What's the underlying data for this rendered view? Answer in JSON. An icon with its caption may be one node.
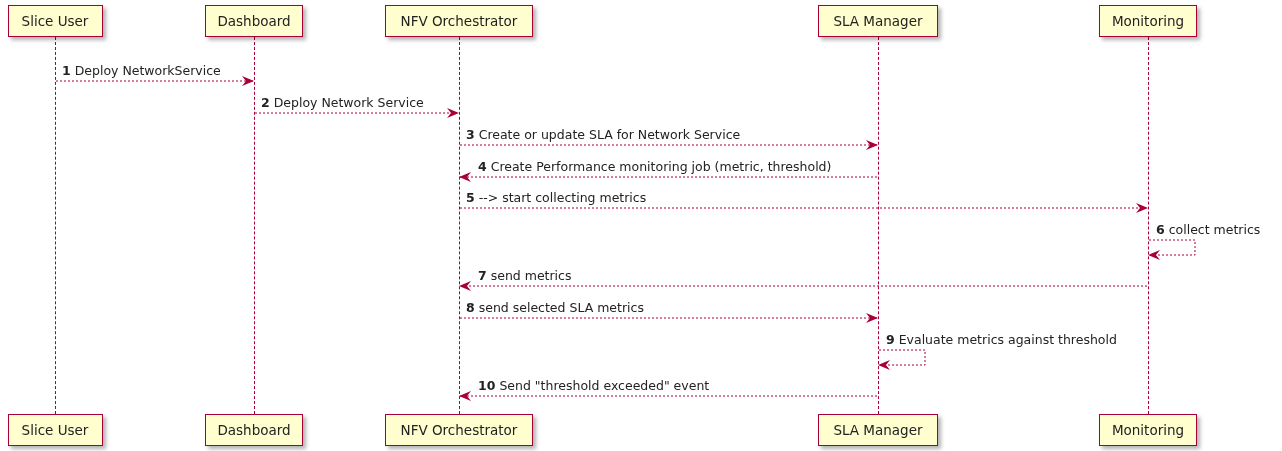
{
  "diagram": {
    "nodes": [
      {
        "text": [
          "Slice User"
        ]
      },
      {
        "text": [
          "Dashboard"
        ]
      },
      {
        "text": [
          "NFV Orchestrator"
        ]
      },
      {
        "text": [
          "SLA Manager"
        ]
      },
      {
        "text": [
          "Monitoring"
        ]
      },
      {
        "text": [],
        "shape": "line"
      },
      {
        "text": [],
        "shape": "line"
      },
      {
        "text": [],
        "shape": "line"
      },
      {
        "text": [],
        "shape": "line"
      },
      {
        "text": [],
        "shape": "line"
      },
      {
        "text": [
          "Slice User"
        ]
      },
      {
        "text": [
          "Dashboard"
        ]
      },
      {
        "text": [
          "NFV Orchestrator"
        ]
      },
      {
        "text": [
          "SLA Manager"
        ]
      },
      {
        "text": [
          "Monitoring"
        ]
      }
    ],
    "edges": [
      {
        "from": 5,
        "to": 6,
        "arrow": "to",
        "style": "dashed",
        "label": "**1** Deploy NetworkService"
      },
      {
        "from": 6,
        "to": 7,
        "arrow": "to",
        "style": "dashed",
        "label": "**2** Deploy Network Service"
      },
      {
        "from": 7,
        "to": 8,
        "arrow": "to",
        "style": "dashed",
        "label": "**3** Create or update SLA for Network Service"
      },
      {
        "from": 8,
        "to": 7,
        "arrow": "to",
        "style": "dashed",
        "label": "**4** Create Performance monitoring job (metric, threshold)"
      },
      {
        "from": 7,
        "to": 9,
        "arrow": "to",
        "style": "dashed",
        "label": "**5** --> start collecting metrics"
      },
      {
        "from": 9,
        "to": 9,
        "arrow": "to",
        "style": "dashed",
        "label": "**6** collect metrics"
      },
      {
        "from": 9,
        "to": 7,
        "arrow": "to",
        "style": "dashed",
        "label": "**7** send metrics"
      },
      {
        "from": 7,
        "to": 8,
        "arrow": "to",
        "style": "dashed",
        "label": "**8** send selected SLA metrics"
      },
      {
        "from": 8,
        "to": 8,
        "arrow": "to",
        "style": "dashed",
        "label": "**9** Evaluate metrics against threshold"
      },
      {
        "from": 8,
        "to": 7,
        "arrow": "to",
        "style": "dashed",
        "label": "**10** Send \"threshold exceeded\" event"
      }
    ]
  }
}
